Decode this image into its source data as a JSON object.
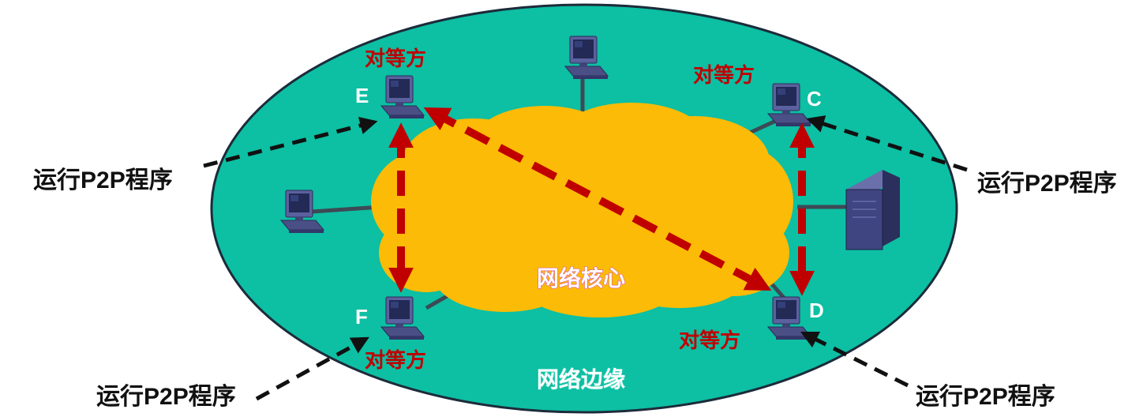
{
  "diagram": {
    "core_label": "网络核心",
    "edge_label": "网络边缘",
    "peer_label": "对等方",
    "run_label": "运行P2P程序",
    "hosts": {
      "E": "E",
      "C": "C",
      "F": "F",
      "D": "D"
    }
  },
  "colors": {
    "edge_region": "#0dbfa3",
    "core_cloud": "#fcbb06",
    "arrow_red": "#c00000",
    "text_peer": "#c00000"
  }
}
